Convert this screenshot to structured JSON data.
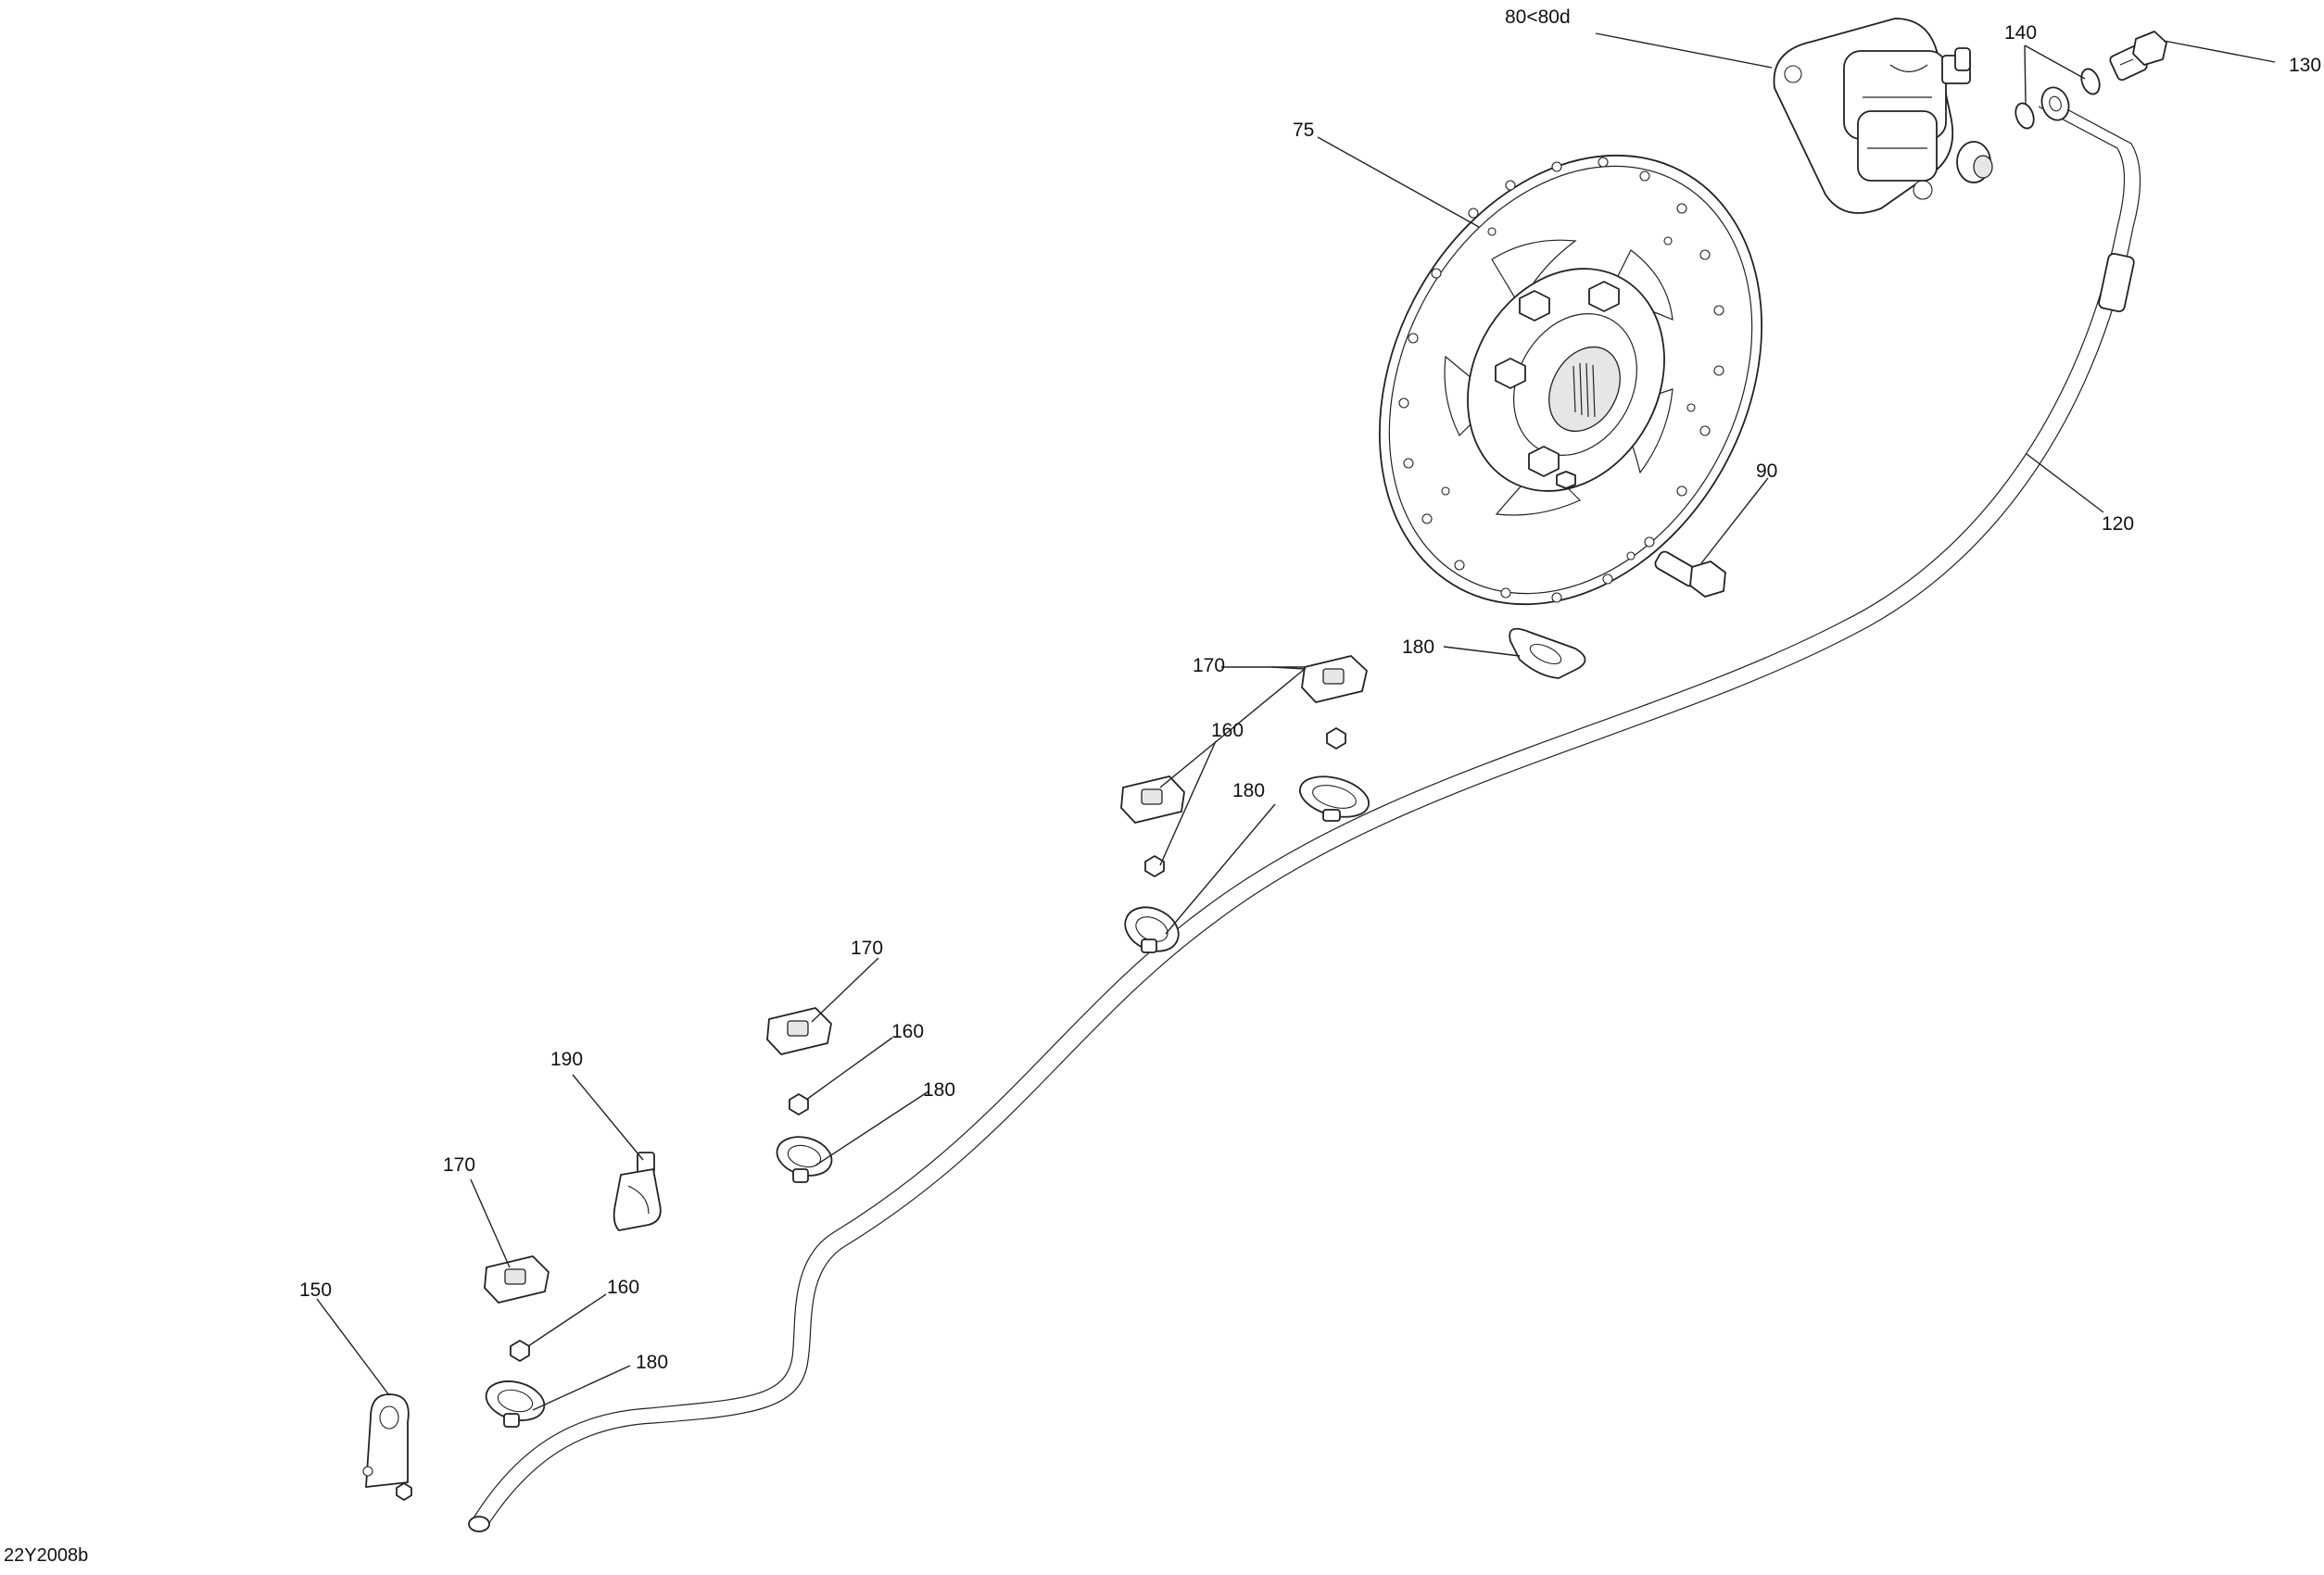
{
  "drawing": {
    "code": "22Y2008b"
  },
  "callouts": {
    "c75": "75",
    "c80": "80<80d",
    "c90": "90",
    "c120": "120",
    "c130": "130",
    "c140": "140",
    "c150": "150",
    "c160a": "160",
    "c160b": "160",
    "c160c": "160",
    "c170a": "170",
    "c170b": "170",
    "c170c": "170",
    "c180a": "180",
    "c180b": "180",
    "c180c": "180",
    "c180d": "180",
    "c190": "190"
  }
}
